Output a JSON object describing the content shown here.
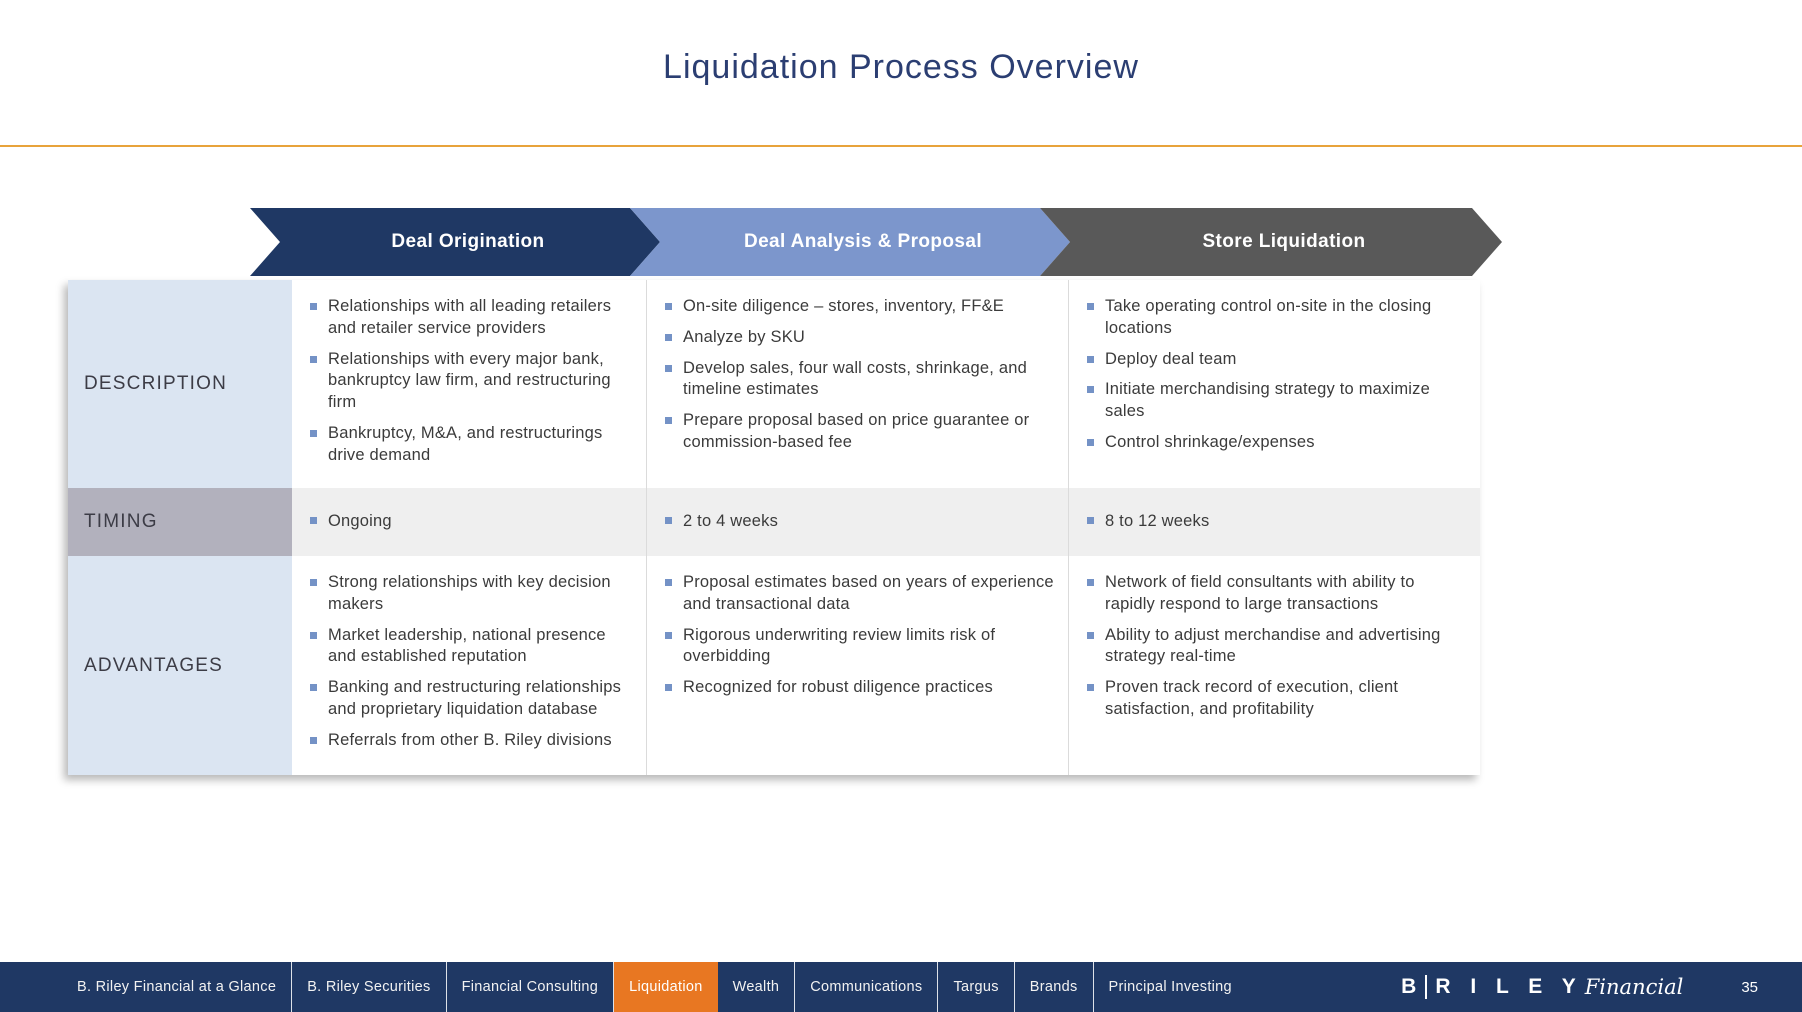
{
  "slide": {
    "title": "Liquidation Process Overview",
    "page_number": "35"
  },
  "colors": {
    "accent_rule": "#E8A33B",
    "stage1": "#1F3864",
    "stage2": "#7C96CC",
    "stage3": "#595959",
    "label_blue_bg": "#DBE5F2",
    "label_gray_bg": "#B2B1BD",
    "timing_row_bg": "#EFEFEF",
    "bullet_square": "#7492C6",
    "nav_bg": "#1F3864",
    "nav_active_bg": "#E87722"
  },
  "stages": [
    {
      "label": "Deal Origination"
    },
    {
      "label": "Deal Analysis & Proposal"
    },
    {
      "label": "Store Liquidation"
    }
  ],
  "rows": [
    {
      "label": "DESCRIPTION",
      "cells": [
        {
          "bullets": [
            "Relationships with all leading retailers and retailer service providers",
            "Relationships with every major bank, bankruptcy law firm, and restructuring firm",
            "Bankruptcy, M&A, and restructurings drive demand"
          ]
        },
        {
          "bullets": [
            "On-site diligence – stores, inventory, FF&E",
            "Analyze by SKU",
            "Develop sales, four wall costs, shrinkage, and timeline estimates",
            "Prepare proposal based on price guarantee or commission-based fee"
          ]
        },
        {
          "bullets": [
            "Take operating control on-site in the closing locations",
            "Deploy deal team",
            "Initiate merchandising strategy to maximize sales",
            "Control shrinkage/expenses"
          ]
        }
      ]
    },
    {
      "label": "TIMING",
      "cells": [
        {
          "bullets": [
            "Ongoing"
          ]
        },
        {
          "bullets": [
            "2 to 4 weeks"
          ]
        },
        {
          "bullets": [
            "8 to 12 weeks"
          ]
        }
      ]
    },
    {
      "label": "ADVANTAGES",
      "cells": [
        {
          "bullets": [
            "Strong relationships with key decision makers",
            "Market leadership, national presence and established reputation",
            "Banking and restructuring relationships and proprietary liquidation database",
            "Referrals from other B. Riley divisions"
          ]
        },
        {
          "bullets": [
            "Proposal estimates based on years of experience and transactional data",
            "Rigorous underwriting review limits risk of overbidding",
            "Recognized for robust diligence practices"
          ]
        },
        {
          "bullets": [
            "Network of field consultants with ability to rapidly respond to large transactions",
            "Ability to adjust merchandise and advertising strategy real-time",
            "Proven track record of execution, client satisfaction, and profitability"
          ]
        }
      ]
    }
  ],
  "nav": {
    "tabs": [
      {
        "label": "B. Riley Financial at a Glance"
      },
      {
        "label": "B. Riley Securities"
      },
      {
        "label": "Financial Consulting"
      },
      {
        "label": "Liquidation",
        "active": true
      },
      {
        "label": "Wealth"
      },
      {
        "label": "Communications"
      },
      {
        "label": "Targus"
      },
      {
        "label": "Brands"
      },
      {
        "label": "Principal Investing"
      }
    ],
    "logo": {
      "b": "B",
      "riley": "R I L E Y",
      "suffix": "Financial"
    }
  }
}
